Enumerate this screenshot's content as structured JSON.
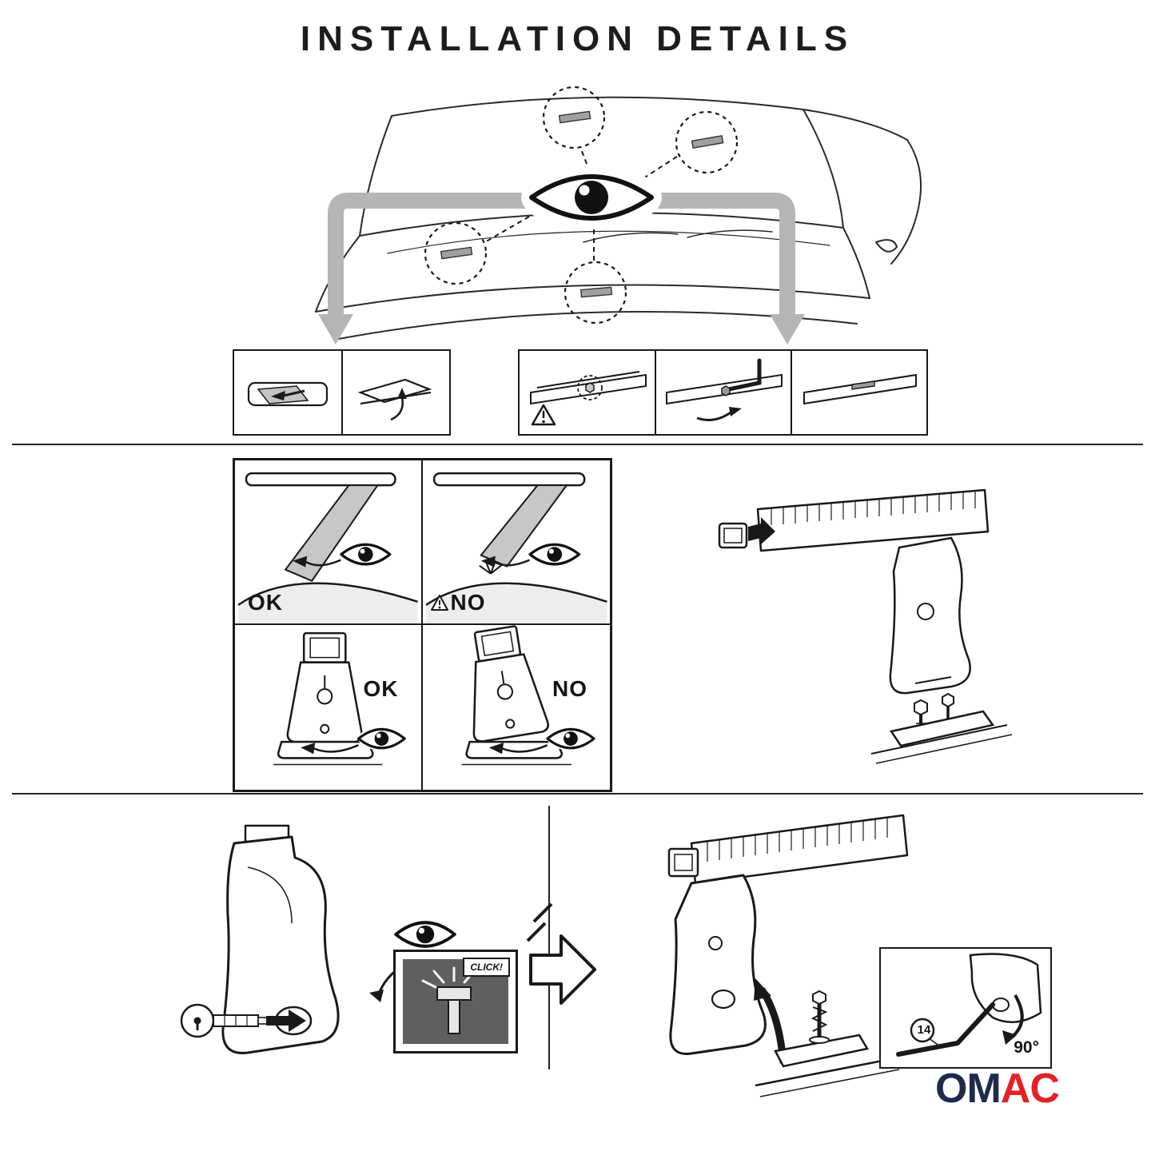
{
  "page": {
    "title": "INSTALLATION DETAILS"
  },
  "labels": {
    "ok_top": "OK",
    "no_top": "NO",
    "ok_bottom": "OK",
    "no_bottom": "NO",
    "click": "CLICK!",
    "allen_size": "14",
    "angle": "90°"
  },
  "brand": {
    "name": "OMAC",
    "front": "OM",
    "back": "AC",
    "front_color": "#1d2b4c",
    "accent_color": "#e32228"
  },
  "icons": {
    "eye": "eye-icon",
    "warning": "warning-triangle-icon",
    "gray_down_arrow": "gray-down-arrow-icon",
    "insert_arrow": "insert-arrow-icon",
    "rotate_arrow": "rotate-arrow-icon",
    "next_step_arrow": "next-step-arrow-icon"
  },
  "colors": {
    "line": "#191919",
    "gray_arrow": "#b5b5b5",
    "clamp_gray": "#c7c7c7",
    "panel_dark": "#5f5f5f"
  }
}
